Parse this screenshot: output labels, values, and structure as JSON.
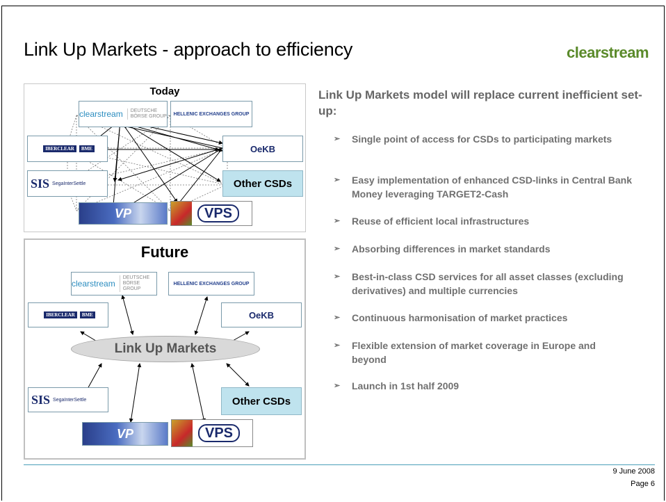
{
  "slide": {
    "title": "Link Up Markets - approach to efficiency",
    "logo": "clearstream",
    "date": "9 June 2008",
    "page": "Page 6"
  },
  "today": {
    "title": "Today",
    "other_csds": "Other CSDs"
  },
  "future": {
    "title": "Future",
    "hub": "Link Up Markets",
    "other_csds": "Other CSDs"
  },
  "logos": {
    "clearstream": "clearstream",
    "clearstream_sub": "DEUTSCHE BÖRSE GROUP",
    "hellenic": "HELLENIC EXCHANGES GROUP",
    "iberclear": "IBERCLEAR",
    "iberclear_sub": "BME",
    "oekb": "OeKB",
    "sis": "SIS",
    "sis_sub": "SegaInterSettle",
    "vp": "VP",
    "vps": "VPS"
  },
  "content": {
    "heading": "Link Up Markets model will replace current inefficient set-up:",
    "bullets": [
      "Single point of access for CSDs to participating markets",
      "Easy implementation of enhanced CSD-links in Central Bank Money leveraging TARGET2-Cash",
      "Reuse of efficient local infrastructures",
      "Absorbing differences in market standards",
      "Best-in-class CSD services for all asset classes (excluding derivatives) and multiple currencies",
      "Continuous harmonisation of market practices",
      "Flexible extension of market coverage in Europe and beyond",
      "Launch in 1st half 2009"
    ]
  }
}
